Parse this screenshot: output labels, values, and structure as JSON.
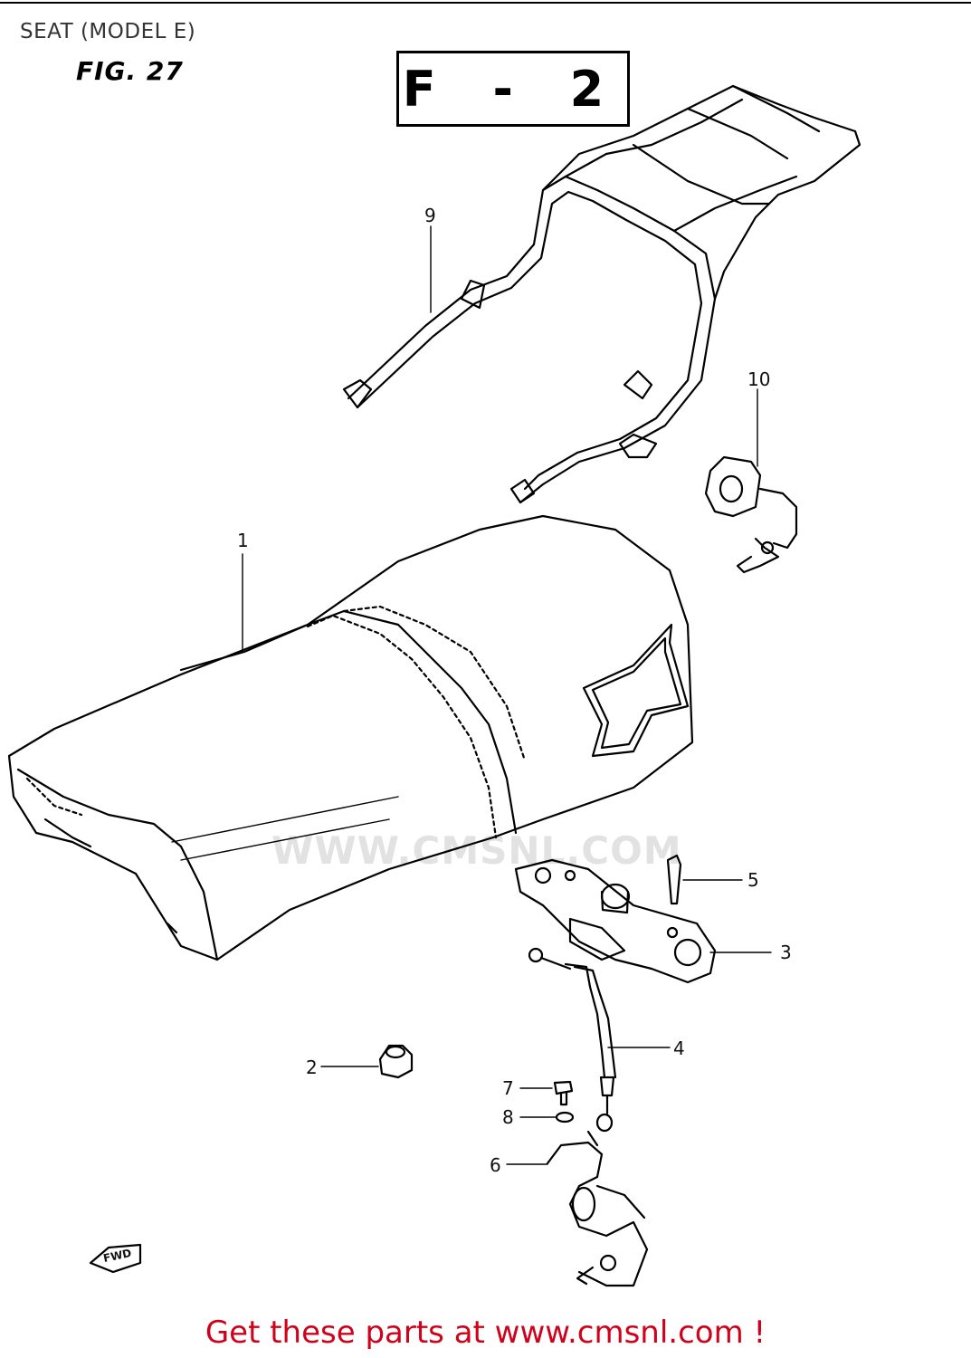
{
  "header": {
    "title": "SEAT (MODEL E)",
    "figure": "FIG. 27",
    "section_code": "F - 2"
  },
  "callouts": [
    {
      "number": "1",
      "part": "seat"
    },
    {
      "number": "2",
      "part": "seat-cushion-rubber"
    },
    {
      "number": "3",
      "part": "seat-lock-bracket"
    },
    {
      "number": "4",
      "part": "seat-lock-cable"
    },
    {
      "number": "5",
      "part": "screw"
    },
    {
      "number": "6",
      "part": "seat-lock"
    },
    {
      "number": "7",
      "part": "bolt"
    },
    {
      "number": "8",
      "part": "washer"
    },
    {
      "number": "9",
      "part": "rear-carrier"
    },
    {
      "number": "10",
      "part": "helmet-lock"
    }
  ],
  "fwd_marker": "FWD",
  "watermark": "WWW.CMSNL.COM",
  "footer": {
    "cta": "Get these parts at www.cmsnl.com !"
  }
}
